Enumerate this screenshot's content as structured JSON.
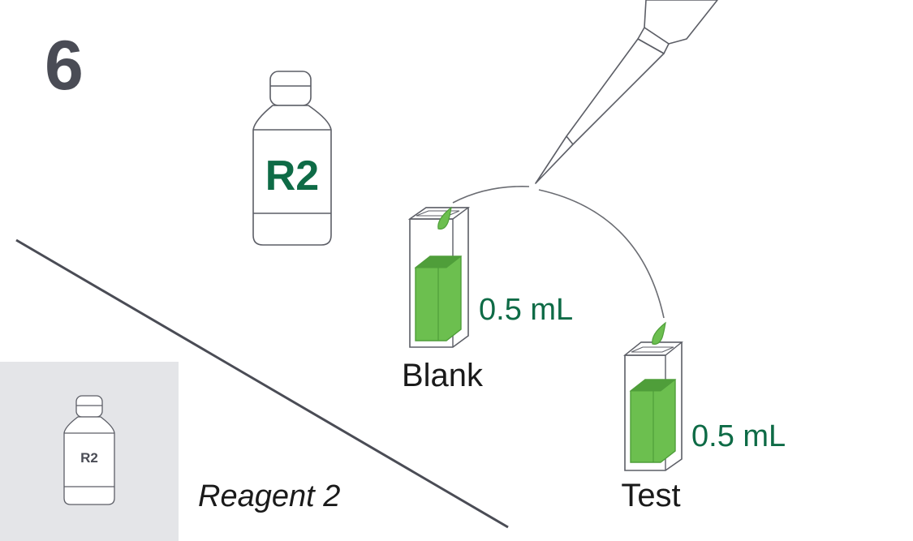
{
  "step": {
    "number": "6"
  },
  "reagent_bottle": {
    "label": "R2"
  },
  "blank_cuvette": {
    "volume": "0.5 mL",
    "label": "Blank"
  },
  "test_cuvette": {
    "volume": "0.5 mL",
    "label": "Test"
  },
  "legend": {
    "bottle_label": "R2",
    "caption": "Reagent 2"
  },
  "colors": {
    "line": "#4a4c55",
    "outline": "#5c5e66",
    "step_number": "#4a4c55",
    "brand_green": "#0e6b46",
    "liquid": "#6cbf4f",
    "liquid_dark": "#4f9e3a",
    "panel": "#e4e5e8"
  }
}
